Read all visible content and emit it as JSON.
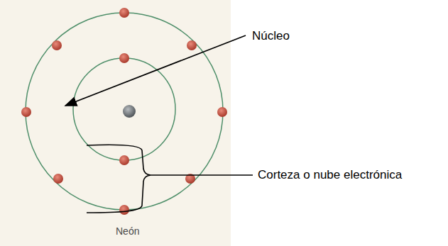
{
  "diagram": {
    "caption": "Neón",
    "labels": [
      "Núcleo",
      "Corteza o nube electrónica"
    ]
  }
}
